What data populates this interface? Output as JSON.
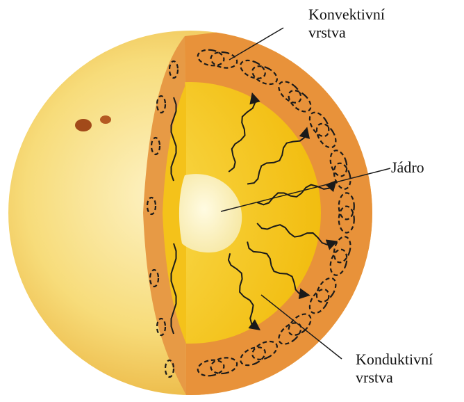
{
  "labels": {
    "convective_line1": "Konvektivní",
    "convective_line2": "vrstva",
    "core": "Jádro",
    "conductive_line1": "Konduktivní",
    "conductive_line2": "vrstva"
  },
  "colors": {
    "sun_surface_light": "#fdf2c4",
    "sun_surface": "#f7dc7a",
    "sun_surface_edge": "#eab23c",
    "convective_layer": "#e8923a",
    "radiative_zone": "#f5c518",
    "core": "#fbf3c8",
    "sunspot": "#a24a1a",
    "arrows": "#1a1a1a"
  }
}
